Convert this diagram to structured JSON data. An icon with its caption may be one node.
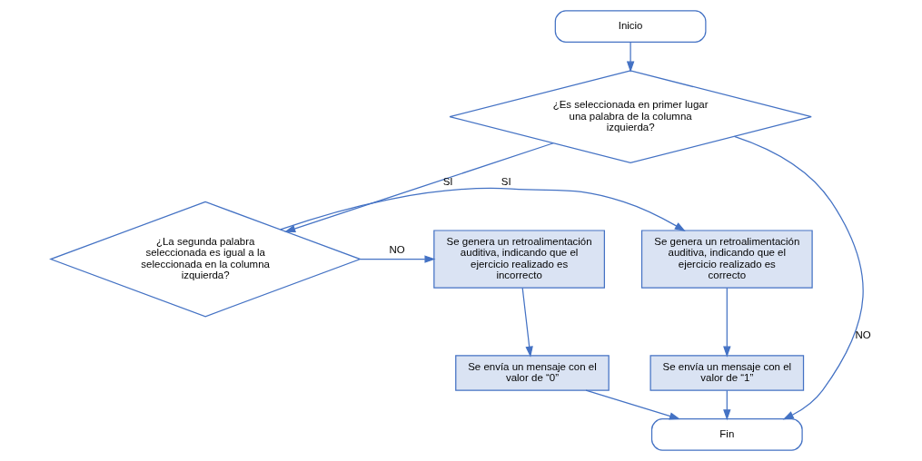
{
  "diagram": {
    "nodes": [
      {
        "text": [
          "Inicio"
        ]
      },
      {
        "text": [
          "¿Es seleccionada en primer lugar una palabra de la columna izquierda?"
        ]
      },
      {
        "text": [
          "¿La segunda palabra seleccionada es igual a la seleccionada en la columna izquierda?"
        ]
      },
      {
        "text": [
          "Se genera un retroalimentación auditiva, indicando que el ejercicio realizado es correcto"
        ]
      },
      {
        "text": [
          "Se envía un mensaje con el valor de “1”"
        ]
      },
      {
        "text": [
          "Se genera un retroalimentación auditiva, indicando que el ejercicio realizado es incorrecto"
        ]
      },
      {
        "text": [
          "Se envía un mensaje con el valor de “0”"
        ]
      },
      {
        "text": [
          "Fin"
        ]
      }
    ],
    "edges": [
      {
        "from": 0,
        "to": 1,
        "arrow": "to"
      },
      {
        "from": 1,
        "to": 2,
        "arrow": "to",
        "label": "SI"
      },
      {
        "from": 1,
        "to": 7,
        "arrow": "to",
        "label": "NO"
      },
      {
        "from": 2,
        "to": 3,
        "arrow": "to",
        "label": "SI"
      },
      {
        "from": 2,
        "to": 5,
        "arrow": "to",
        "label": "NO"
      },
      {
        "from": 3,
        "to": 4,
        "arrow": "to"
      },
      {
        "from": 5,
        "to": 6,
        "arrow": "to"
      },
      {
        "from": 4,
        "to": 7,
        "arrow": "to"
      },
      {
        "from": 6,
        "to": 7,
        "arrow": "to"
      }
    ]
  }
}
